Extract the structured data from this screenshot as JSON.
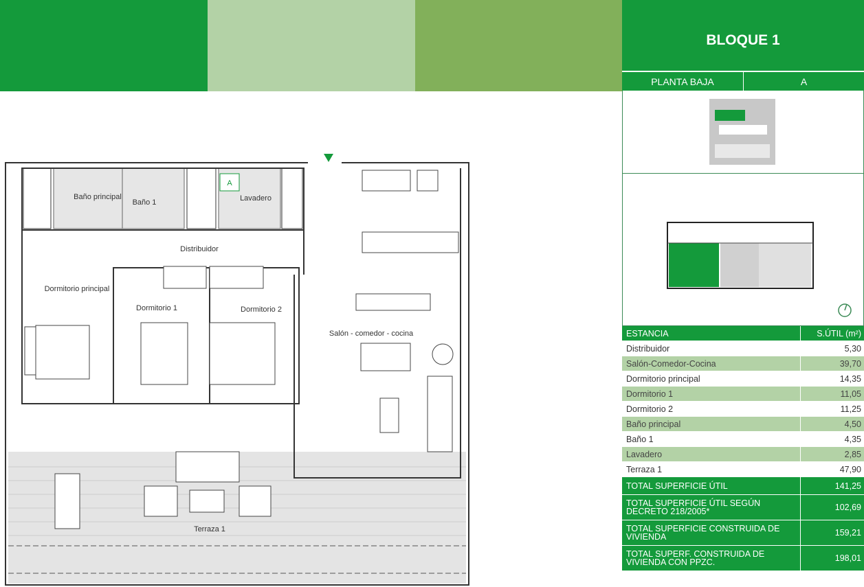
{
  "header": {
    "colors": [
      "#149a3b",
      "#b3d2a6",
      "#82b05a"
    ]
  },
  "sidebar": {
    "title": "BLOQUE 1",
    "floor": "PLANTA BAJA",
    "unit": "A",
    "compass_icon": "north-arrow-icon"
  },
  "table": {
    "headers": [
      "ESTANCIA",
      "S.ÚTIL (m²)"
    ],
    "rows": [
      {
        "name": "Distribuidor",
        "value": "5,30"
      },
      {
        "name": "Salón-Comedor-Cocina",
        "value": "39,70"
      },
      {
        "name": "Dormitorio principal",
        "value": "14,35"
      },
      {
        "name": "Dormitorio 1",
        "value": "11,05"
      },
      {
        "name": "Dormitorio 2",
        "value": "11,25"
      },
      {
        "name": "Baño principal",
        "value": "4,50"
      },
      {
        "name": "Baño 1",
        "value": "4,35"
      },
      {
        "name": "Lavadero",
        "value": "2,85"
      },
      {
        "name": "Terraza 1",
        "value": "47,90"
      }
    ],
    "totals": [
      {
        "name": "TOTAL SUPERFICIE ÚTIL",
        "value": "141,25"
      },
      {
        "name": "TOTAL SUPERFICIE ÚTIL SEGÚN DECRETO 218/2005*",
        "value": "102,69"
      },
      {
        "name": "TOTAL SUPERFICIE CONSTRUIDA DE VIVIENDA",
        "value": "159,21"
      },
      {
        "name": "TOTAL SUPERF. CONSTRUIDA DE VIVIENDA CON PPZC.",
        "value": "198,01"
      }
    ]
  },
  "plan": {
    "rooms": {
      "bano_principal": "Baño principal",
      "bano1": "Baño 1",
      "lavadero": "Lavadero",
      "lavadero_tag": "A",
      "distribuidor": "Distribuidor",
      "dorm_principal": "Dormitorio principal",
      "dorm1": "Dormitorio 1",
      "dorm2": "Dormitorio 2",
      "salon": "Salón - comedor - cocina",
      "terraza": "Terraza 1"
    }
  }
}
